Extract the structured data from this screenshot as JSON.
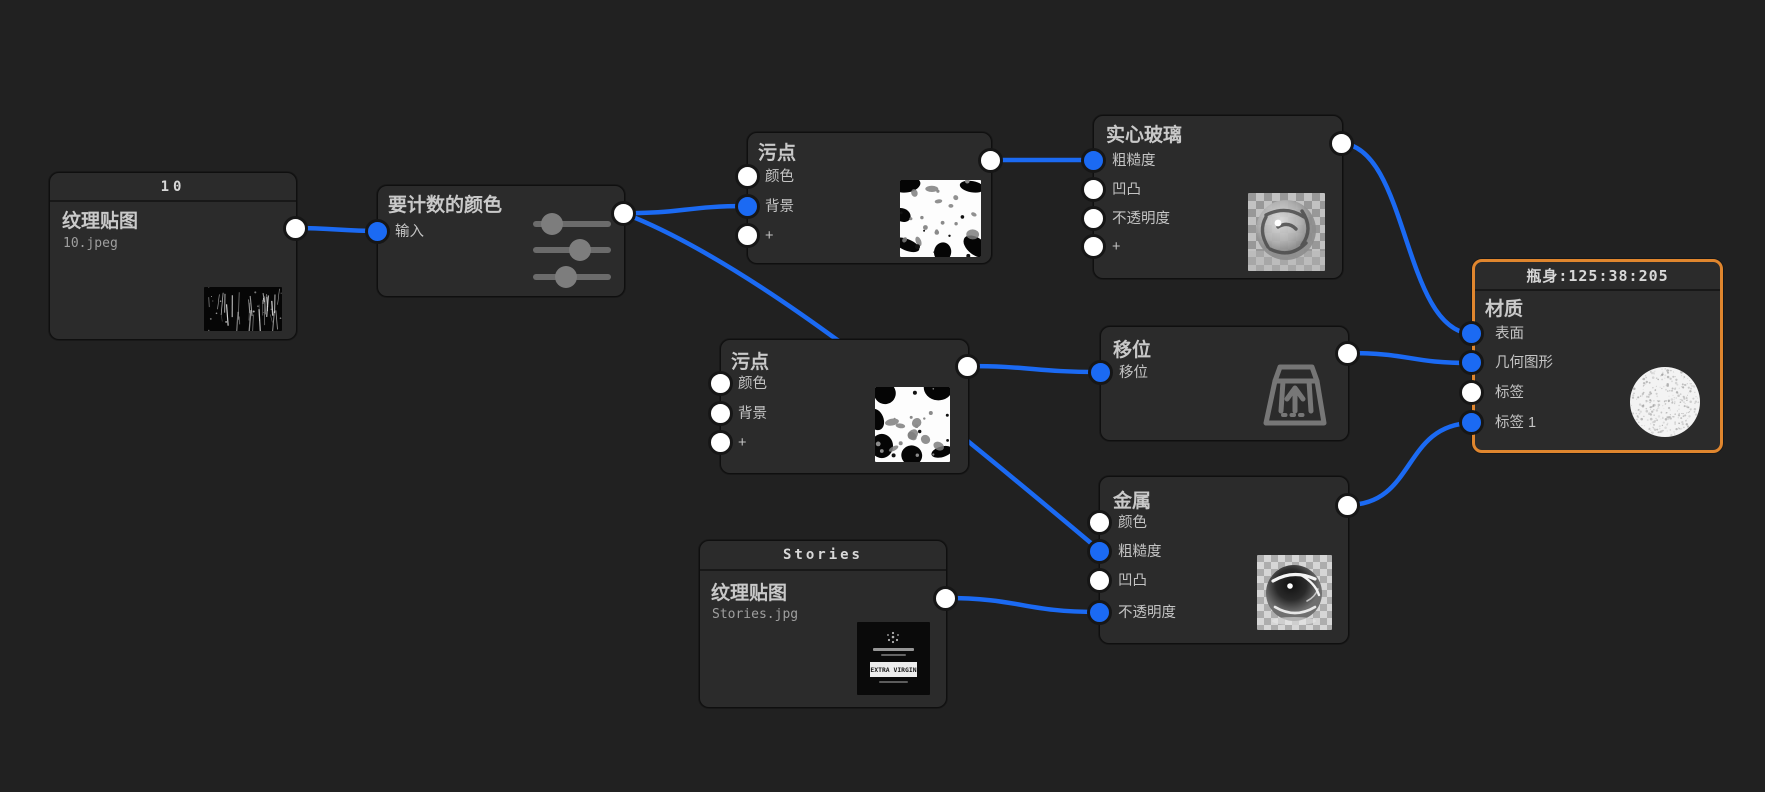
{
  "canvas": {
    "background": "#212121",
    "accent_blue": "#1b6af3",
    "selection_orange": "#e0862e"
  },
  "nodes": {
    "texture_10": {
      "header": "10",
      "title": "纹理贴图",
      "filename": "10.jpeg",
      "thumbnail": "dark-scratched-texture"
    },
    "color_count": {
      "title": "要计数的颜色",
      "icon": "sliders-icon",
      "inputs": [
        {
          "label": "输入",
          "connected": true
        }
      ]
    },
    "stain_top": {
      "title": "污点",
      "thumbnail": "black-blobs-on-white",
      "inputs": [
        {
          "label": "颜色",
          "connected": false
        },
        {
          "label": "背景",
          "connected": true
        },
        {
          "label": "+",
          "connected": false
        }
      ]
    },
    "solid_glass": {
      "title": "实心玻璃",
      "thumbnail": "glass-sphere-render",
      "inputs": [
        {
          "label": "粗糙度",
          "connected": true
        },
        {
          "label": "凹凸",
          "connected": false
        },
        {
          "label": "不透明度",
          "connected": false
        },
        {
          "label": "+",
          "connected": false
        }
      ]
    },
    "stain_bottom": {
      "title": "污点",
      "thumbnail": "black-blobs-on-white",
      "inputs": [
        {
          "label": "颜色",
          "connected": false
        },
        {
          "label": "背景",
          "connected": false
        },
        {
          "label": "+",
          "connected": false
        }
      ]
    },
    "displace": {
      "title": "移位",
      "icon": "displacement-arrow-icon",
      "inputs": [
        {
          "label": "移位",
          "connected": true
        }
      ]
    },
    "metal": {
      "title": "金属",
      "thumbnail": "chrome-sphere-render",
      "inputs": [
        {
          "label": "颜色",
          "connected": false
        },
        {
          "label": "粗糙度",
          "connected": true
        },
        {
          "label": "凹凸",
          "connected": false
        },
        {
          "label": "不透明度",
          "connected": true
        }
      ]
    },
    "stories": {
      "header": "Stories",
      "title": "纹理贴图",
      "filename": "Stories.jpg",
      "thumbnail": "dark-label-artwork",
      "thumb_label": "EXTRA VIRGIN"
    },
    "material": {
      "header": "瓶身:125:38:205",
      "title": "材质",
      "selected": true,
      "thumbnail": "white-speckled-sphere",
      "inputs": [
        {
          "label": "表面",
          "connected": true
        },
        {
          "label": "几何图形",
          "connected": true
        },
        {
          "label": "标签",
          "connected": false
        },
        {
          "label": "标签 1",
          "connected": true
        }
      ]
    }
  },
  "connections": [
    {
      "from": "texture_10.out",
      "to": "color_count.输入"
    },
    {
      "from": "color_count.out",
      "to": "stain_top.背景"
    },
    {
      "from": "color_count.out",
      "to": "metal.粗糙度"
    },
    {
      "from": "stain_top.out",
      "to": "solid_glass.粗糙度"
    },
    {
      "from": "solid_glass.out",
      "to": "material.表面"
    },
    {
      "from": "stain_bottom.out",
      "to": "displace.移位"
    },
    {
      "from": "displace.out",
      "to": "material.几何图形"
    },
    {
      "from": "stories.out",
      "to": "metal.不透明度"
    },
    {
      "from": "metal.out",
      "to": "material.标签 1"
    }
  ]
}
